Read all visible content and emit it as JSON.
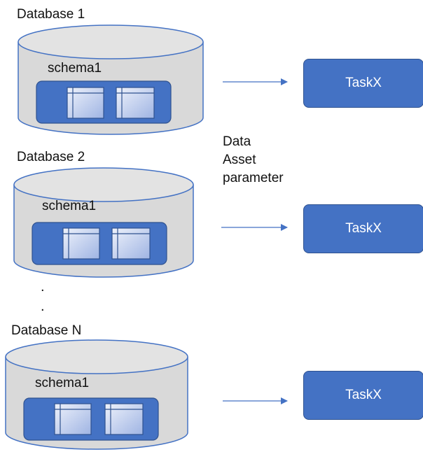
{
  "colors": {
    "cylinder_fill": "#d9d9d9",
    "cylinder_stroke": "#4472c4",
    "task_fill": "#4472c4",
    "task_stroke": "#2f528f",
    "schema_fill": "#4472c4",
    "table_fill": "#c7d3f0",
    "arrow": "#4472c4"
  },
  "databases": [
    {
      "label": "Database 1",
      "schema": "schema1",
      "task": "TaskX"
    },
    {
      "label": "Database 2",
      "schema": "schema1",
      "task": "TaskX"
    },
    {
      "label": "Database N",
      "schema": "schema1",
      "task": "TaskX"
    }
  ],
  "parameter_label": [
    "Data",
    "Asset",
    "parameter"
  ],
  "ellipsis": [
    ".",
    "."
  ]
}
